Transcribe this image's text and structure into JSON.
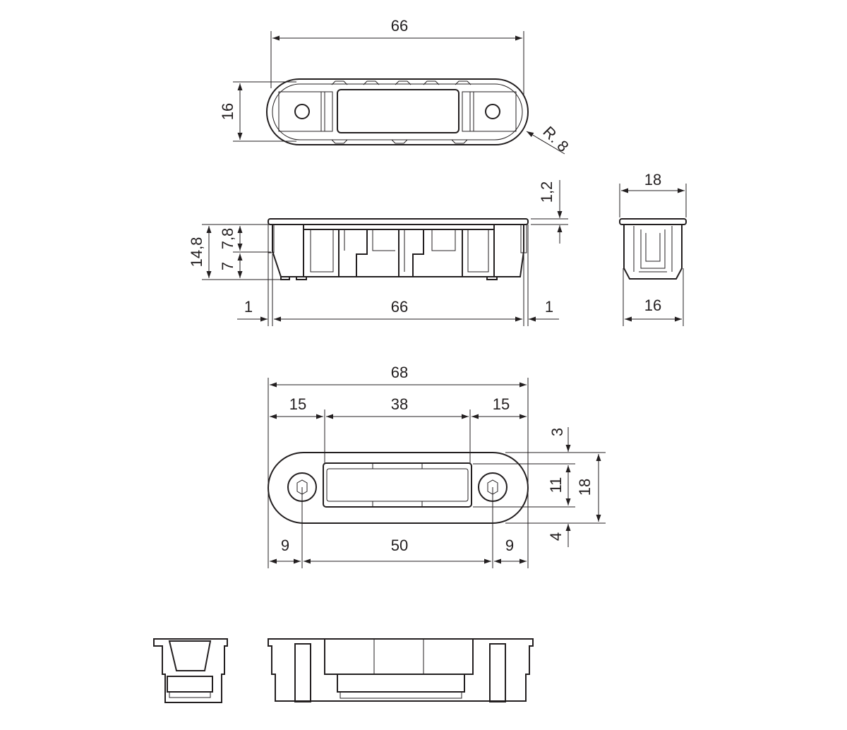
{
  "drawing": {
    "top_view": {
      "width": "66",
      "height": "16",
      "radius": "R. 8"
    },
    "side_view": {
      "plate": "1,2",
      "total_height": "14,8",
      "upper": "7,8",
      "lower": "7",
      "left_gap": "1",
      "length": "66",
      "right_gap": "1"
    },
    "end_view": {
      "top_width": "18",
      "body_width": "16"
    },
    "plan_view": {
      "total": "68",
      "left": "15",
      "middle": "38",
      "right": "15",
      "edge_left": "9",
      "hole_spacing": "50",
      "edge_right": "9",
      "top_offset": "3",
      "slot": "11",
      "bottom_offset": "4",
      "height": "18"
    }
  }
}
